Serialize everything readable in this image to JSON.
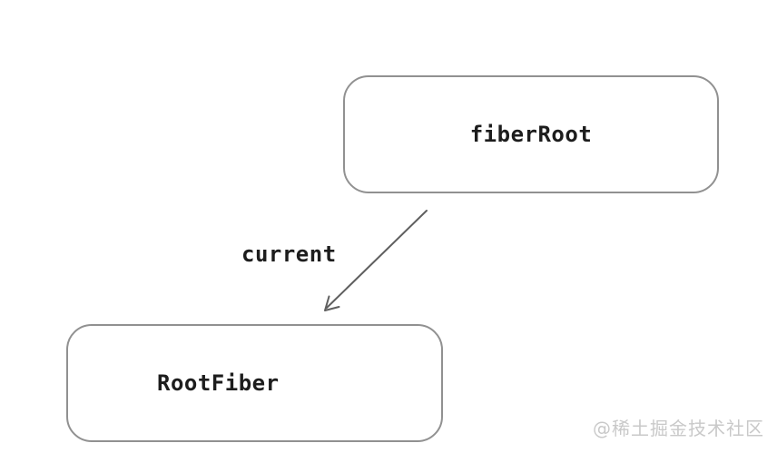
{
  "diagram": {
    "nodes": [
      {
        "id": "fiberRoot",
        "label": "fiberRoot"
      },
      {
        "id": "RootFiber",
        "label": "RootFiber"
      }
    ],
    "edges": [
      {
        "from": "fiberRoot",
        "to": "RootFiber",
        "label": "current"
      }
    ]
  },
  "watermark": "@稀土掘金技术社区",
  "colors": {
    "background": "#ffffff",
    "box_border": "#919191",
    "text": "#1d1d1d",
    "arrow": "#5f5f5f",
    "watermark": "#c9c9c9"
  }
}
